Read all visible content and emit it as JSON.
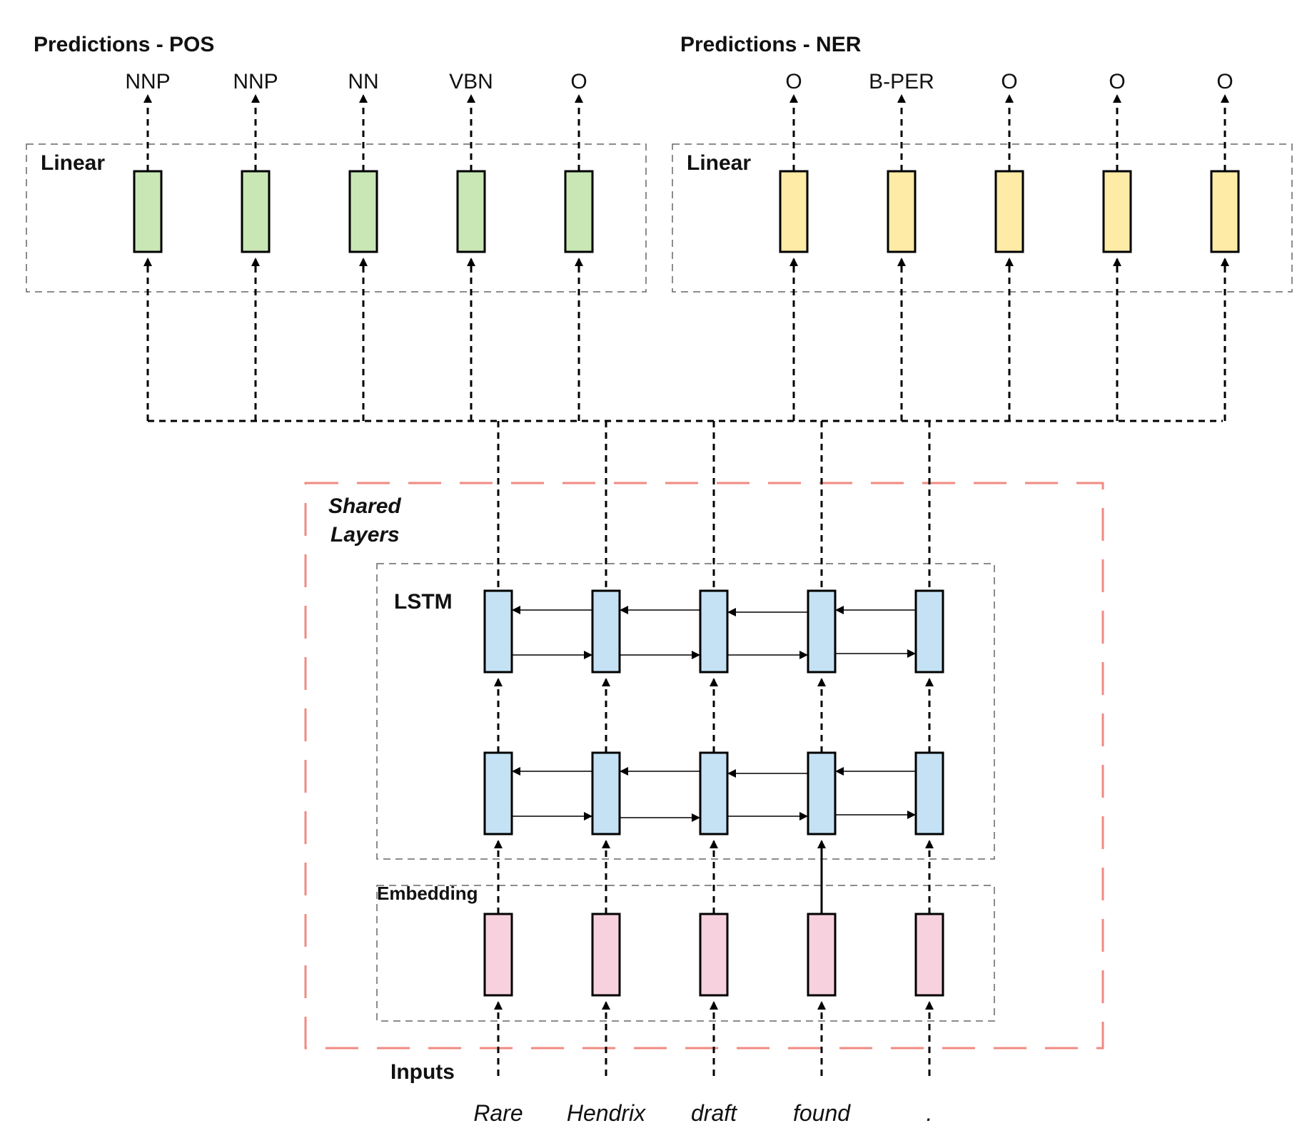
{
  "titles": {
    "pos": "Predictions - POS",
    "ner": "Predictions - NER"
  },
  "pos_predictions": [
    "NNP",
    "NNP",
    "NN",
    "VBN",
    "O"
  ],
  "ner_predictions": [
    "O",
    "B-PER",
    "O",
    "O",
    "O"
  ],
  "linear_labels": {
    "pos": "Linear",
    "ner": "Linear"
  },
  "shared_layers": {
    "line1": "Shared",
    "line2": "Layers"
  },
  "lstm_label": "LSTM",
  "embedding_label": "Embedding",
  "inputs_label": "Inputs",
  "input_words": [
    "Rare",
    "Hendrix",
    "draft",
    "found",
    "."
  ],
  "colors": {
    "linear_pos": "#c9e7b5",
    "linear_ner": "#fdeba6",
    "lstm": "#c5e2f5",
    "embedding": "#f7d1de",
    "shared_border": "#f08a80",
    "stroke": "#000000",
    "dashed_border": "#666666"
  }
}
